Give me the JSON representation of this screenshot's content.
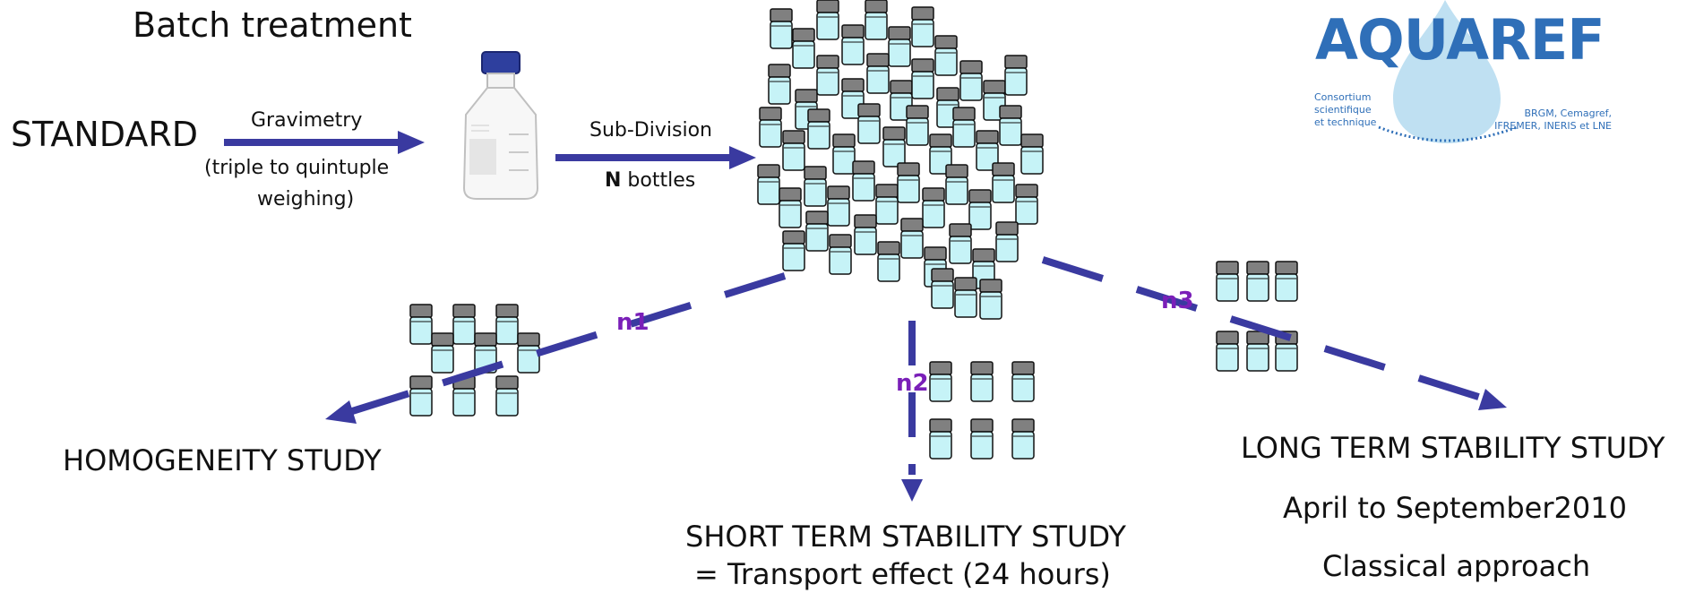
{
  "title": "Batch treatment",
  "standard_label": "STANDARD",
  "gravimetry": {
    "label": "Gravimetry",
    "note_line1": "(triple to quintuple",
    "note_line2": "weighing)"
  },
  "subdivision": {
    "label": "Sub-Division",
    "n": "N",
    "bottles": " bottles"
  },
  "branches": {
    "n1": "n1",
    "n2": "n2",
    "n3": "n3"
  },
  "homogeneity": "HOMOGENEITY STUDY",
  "short_term": {
    "line1": "SHORT TERM STABILITY STUDY",
    "line2": "= Transport effect (24 hours)"
  },
  "long_term": {
    "line1": "LONG TERM STABILITY STUDY",
    "line2": "April to September2010",
    "line3": "Classical approach"
  },
  "logo": {
    "name": "AQUAREF",
    "left_text": "Consortium\nscientifique\net technique",
    "right_text": "BRGM, Cemagref,\nIFREMER, INERIS et LNE"
  },
  "colors": {
    "arrow": "#3a3aa0",
    "branch_label": "#7a1fb8",
    "vial_liquid": "#c6f3f7",
    "vial_cap": "#7f7f7f",
    "logo": "#2f6fb8"
  }
}
